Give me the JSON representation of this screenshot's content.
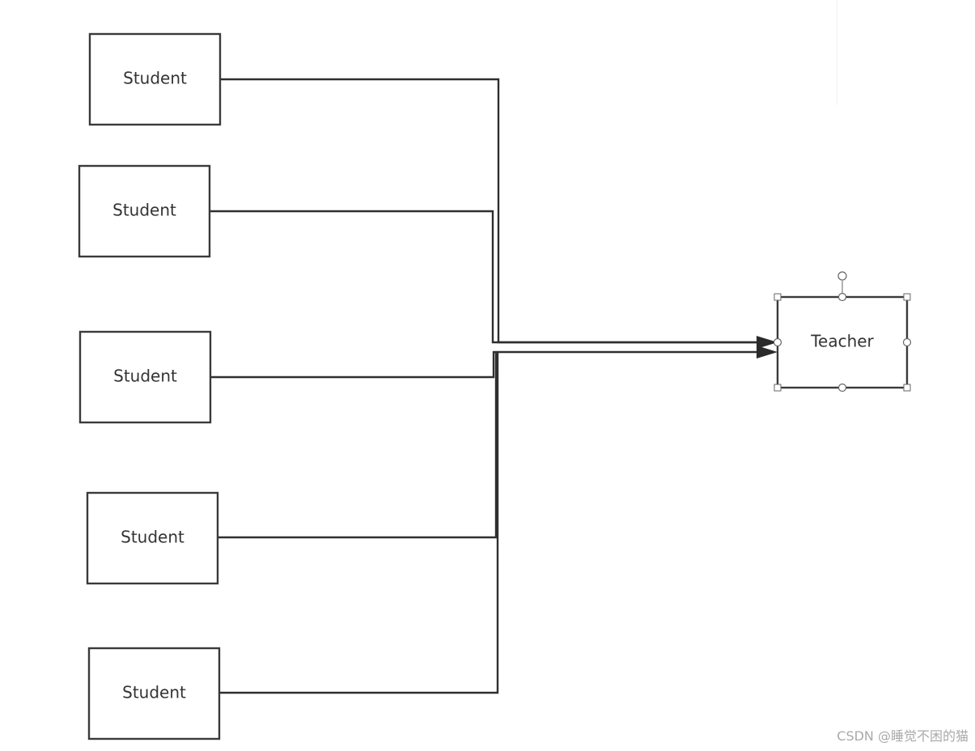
{
  "diagram": {
    "students": [
      {
        "label": "Student"
      },
      {
        "label": "Student"
      },
      {
        "label": "Student"
      },
      {
        "label": "Student"
      },
      {
        "label": "Student"
      }
    ],
    "teacher": {
      "label": "Teacher",
      "selected": true
    },
    "edges": [
      {
        "from": "student-1",
        "to": "teacher"
      },
      {
        "from": "student-2",
        "to": "teacher"
      },
      {
        "from": "student-3",
        "to": "teacher"
      },
      {
        "from": "student-4",
        "to": "teacher"
      },
      {
        "from": "student-5",
        "to": "teacher"
      }
    ]
  },
  "watermark": "CSDN @睡觉不困的猫"
}
